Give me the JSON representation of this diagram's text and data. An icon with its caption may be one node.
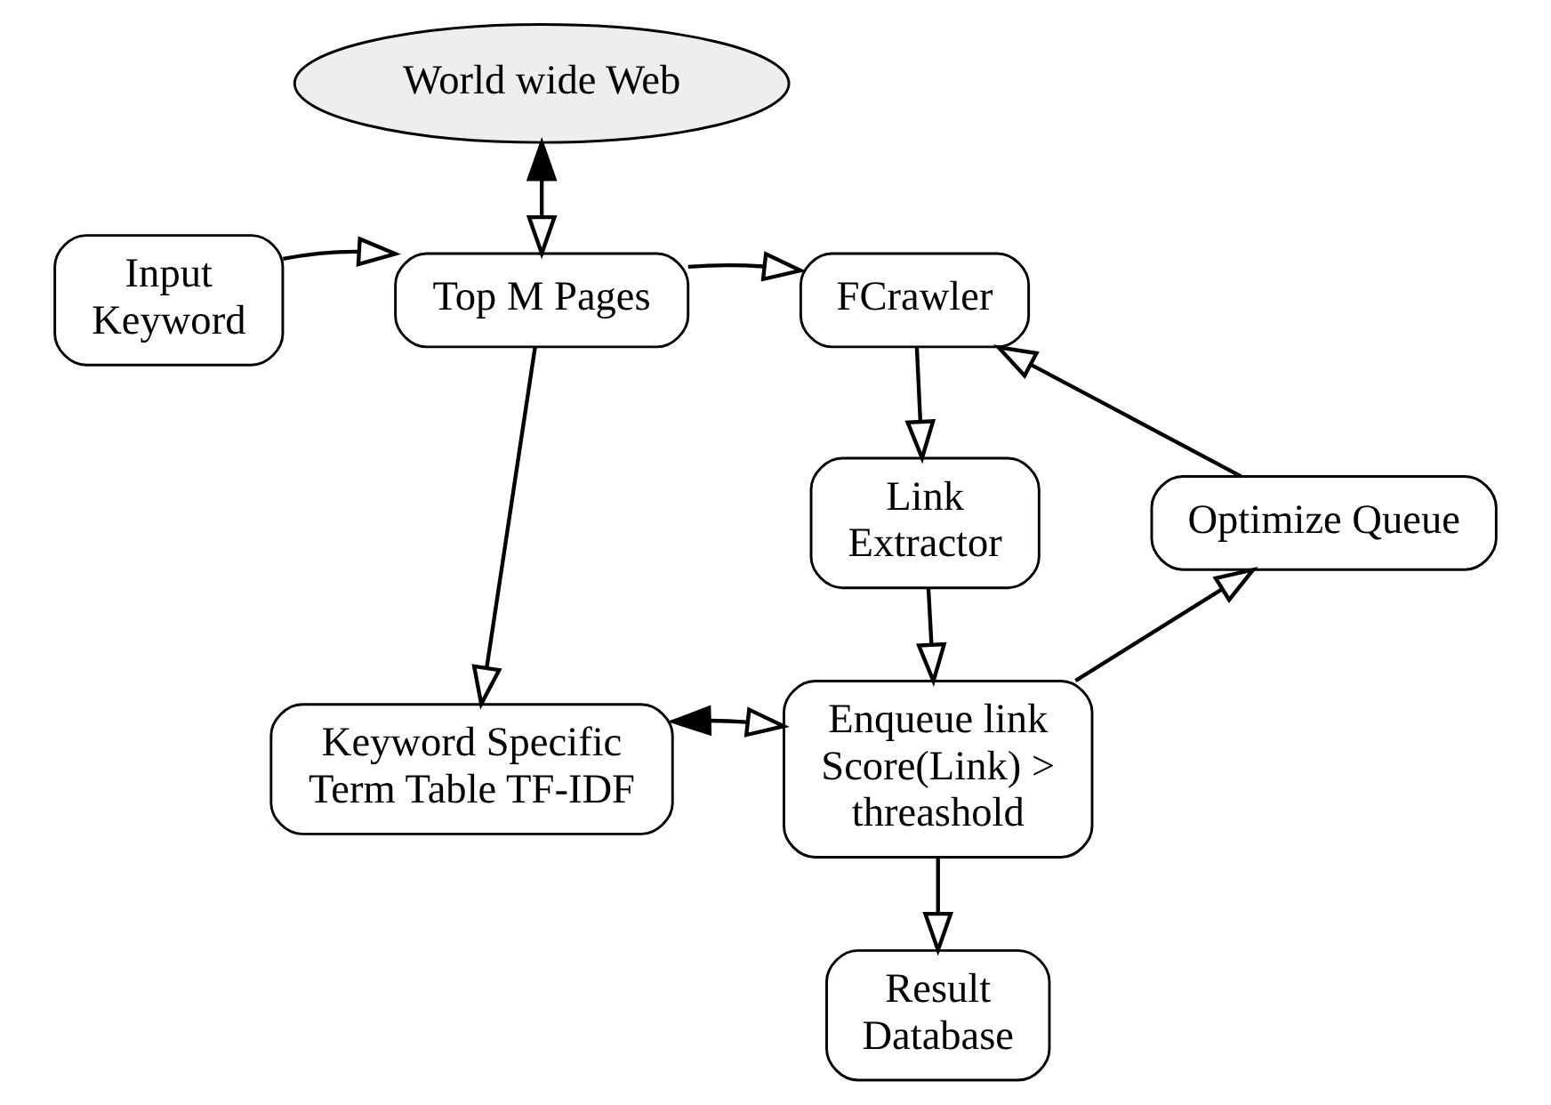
{
  "diagram": {
    "nodes": [
      {
        "text": [
          "World wide Web"
        ]
      },
      {
        "text": [
          "Input Keyword"
        ]
      },
      {
        "text": [
          "Top M Pages"
        ]
      },
      {
        "text": [
          "FCrawler"
        ]
      },
      {
        "text": [
          "Link Extractor"
        ]
      },
      {
        "text": [
          "Optimize Queue"
        ]
      },
      {
        "text": [
          "Keyword Specific Term Table TF-IDF"
        ]
      },
      {
        "text": [
          "Enqueue link Score(Link) > threashold"
        ]
      },
      {
        "text": [
          "Result Database"
        ]
      }
    ],
    "edges": [
      {
        "from": 0,
        "to": 2,
        "arrow": "both"
      },
      {
        "from": 1,
        "to": 2,
        "arrow": "to"
      },
      {
        "from": 2,
        "to": 3,
        "arrow": "to"
      },
      {
        "from": 2,
        "to": 6,
        "arrow": "to"
      },
      {
        "from": 3,
        "to": 4,
        "arrow": "to"
      },
      {
        "from": 4,
        "to": 7,
        "arrow": "to"
      },
      {
        "from": 7,
        "to": 5,
        "arrow": "to"
      },
      {
        "from": 5,
        "to": 3,
        "arrow": "to"
      },
      {
        "from": 6,
        "to": 7,
        "arrow": "both"
      },
      {
        "from": 7,
        "to": 8,
        "arrow": "to"
      }
    ]
  }
}
